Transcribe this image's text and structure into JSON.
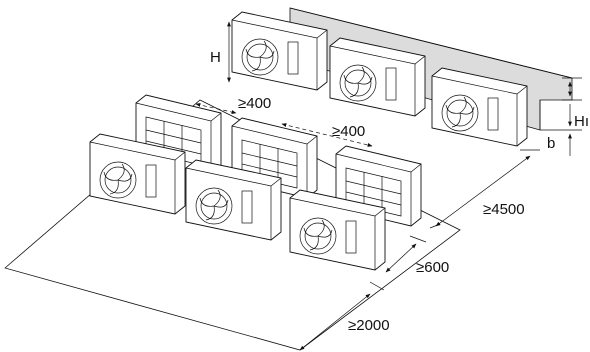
{
  "labels": {
    "unit_height": "H",
    "wall_height": "Hı",
    "wall_offset": "b",
    "front_spacing_a": "≥400",
    "front_spacing_b": "≥400",
    "row_spacing": "≥4500",
    "side_clearance": "≥600",
    "front_clearance": "≥2000"
  },
  "colors": {
    "wall": "#dcdcdc",
    "unit_body": "#ffffff",
    "outline": "#111111"
  }
}
